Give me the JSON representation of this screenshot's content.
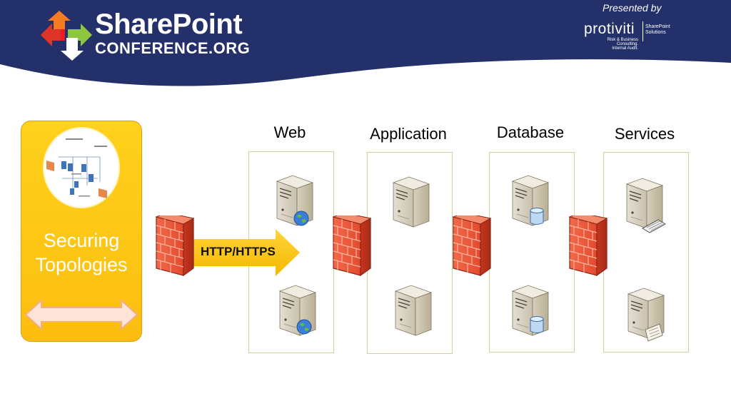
{
  "header": {
    "logo_main": "SharePoint",
    "logo_sub": "CONFERENCE.ORG",
    "presented_by": "Presented by",
    "sponsor_name": "protiviti",
    "sponsor_tagline_1": "Risk & Business Consulting.",
    "sponsor_tagline_2": "Internal Audit.",
    "sponsor_unit_1": "SharePoint",
    "sponsor_unit_2": "Solutions",
    "colors": {
      "banner": "#24306a"
    }
  },
  "panel": {
    "title_line1": "Securing",
    "title_line2": "Topologies",
    "color": "#fbbd10"
  },
  "connection": {
    "protocol_label": "HTTP/HTTPS"
  },
  "tiers": [
    {
      "label": "Web",
      "server_overlay": "globe-icon"
    },
    {
      "label": "Application",
      "server_overlay": "none"
    },
    {
      "label": "Database",
      "server_overlay": "database-icon"
    },
    {
      "label": "Services",
      "server_overlay": "document-icon"
    }
  ],
  "colors": {
    "tier_border": "#c4d79b",
    "firewall": "#e8553a",
    "arrow": "#fbbd10"
  }
}
